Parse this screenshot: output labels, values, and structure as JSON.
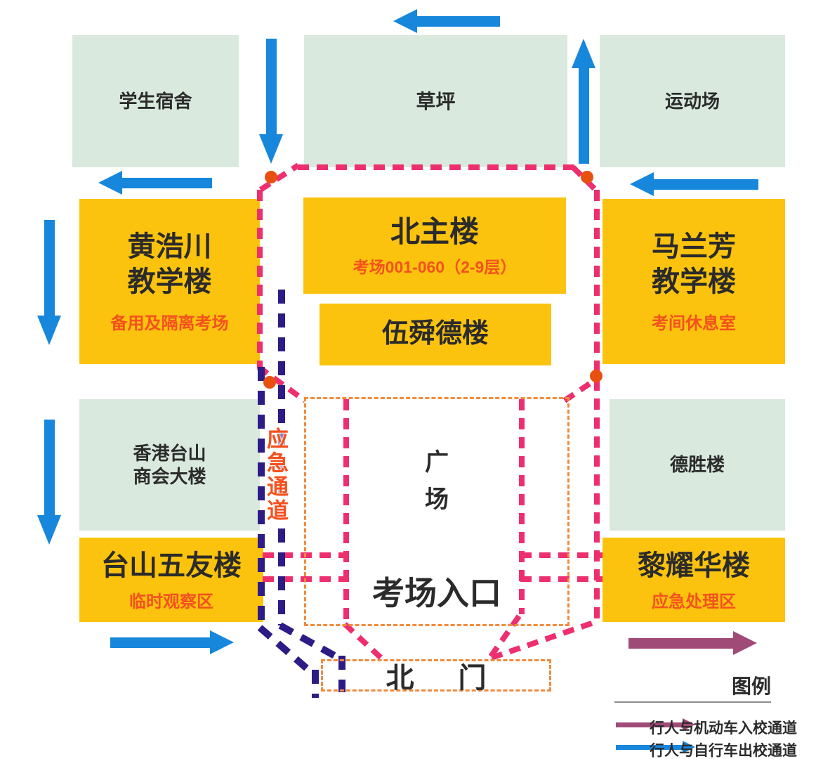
{
  "colors": {
    "blue": "#1787DC",
    "pink": "#EE2F6E",
    "purple": "#2D1B86",
    "orange": "#EF8B3F",
    "dot": "#E8500F",
    "maroon": "#A04A78",
    "yellow": "#FBC30D",
    "green": "#D9E9DE",
    "red": "#F4511E",
    "text": "#2B2B2B",
    "line": "#8A8A8A"
  },
  "blocks": {
    "dorm": {
      "label": "学生宿舍"
    },
    "lawn": {
      "label": "草坪"
    },
    "sports": {
      "label": "运动场"
    },
    "huanghaochuan": {
      "label": "黄浩川\n教学楼",
      "sub": "备用及隔离考场"
    },
    "beizhulou": {
      "label": "北主楼",
      "sub": "考场001-060（2-9层）"
    },
    "wushunde": {
      "label": "伍舜德楼"
    },
    "malanfang": {
      "label": "马兰芳\n教学楼",
      "sub": "考间休息室"
    },
    "hk_taishan": {
      "label": "香港台山\n商会大楼"
    },
    "desheng": {
      "label": "德胜楼"
    },
    "taishan_wuyou": {
      "label": "台山五友楼",
      "sub": "临时观察区"
    },
    "liyaohua": {
      "label": "黎耀华楼",
      "sub": "应急处理区"
    },
    "plaza": {
      "label": "广\n场",
      "entrance": "考场入口"
    },
    "north_gate": {
      "label": "北 门"
    }
  },
  "emergency_channel": {
    "label": "应急通道"
  },
  "legend": {
    "title": "图例",
    "items": [
      {
        "label": "行人与机动车入校通道",
        "arrow_color": "#A04A78"
      },
      {
        "label": "行人与自行车出校通道",
        "arrow_color": "#1787DC"
      }
    ]
  }
}
